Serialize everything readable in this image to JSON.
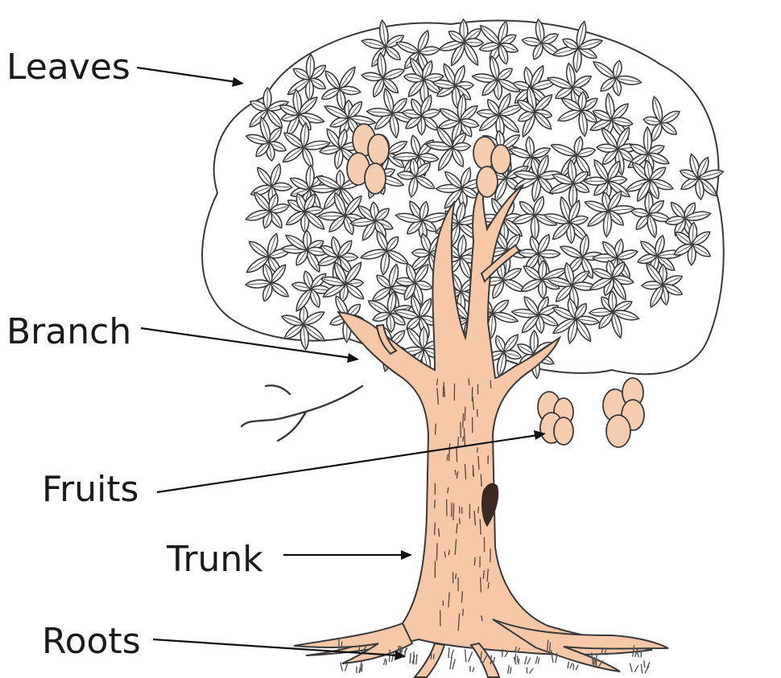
{
  "diagram": {
    "labels": {
      "leaves": "Leaves",
      "branch": "Branch",
      "fruits": "Fruits",
      "trunk": "Trunk",
      "roots": "Roots"
    },
    "colors": {
      "wood": "#f7c8a8",
      "fruit": "#f7cdb0",
      "outline": "#3a3a3a",
      "text": "#1a1a1a"
    }
  }
}
